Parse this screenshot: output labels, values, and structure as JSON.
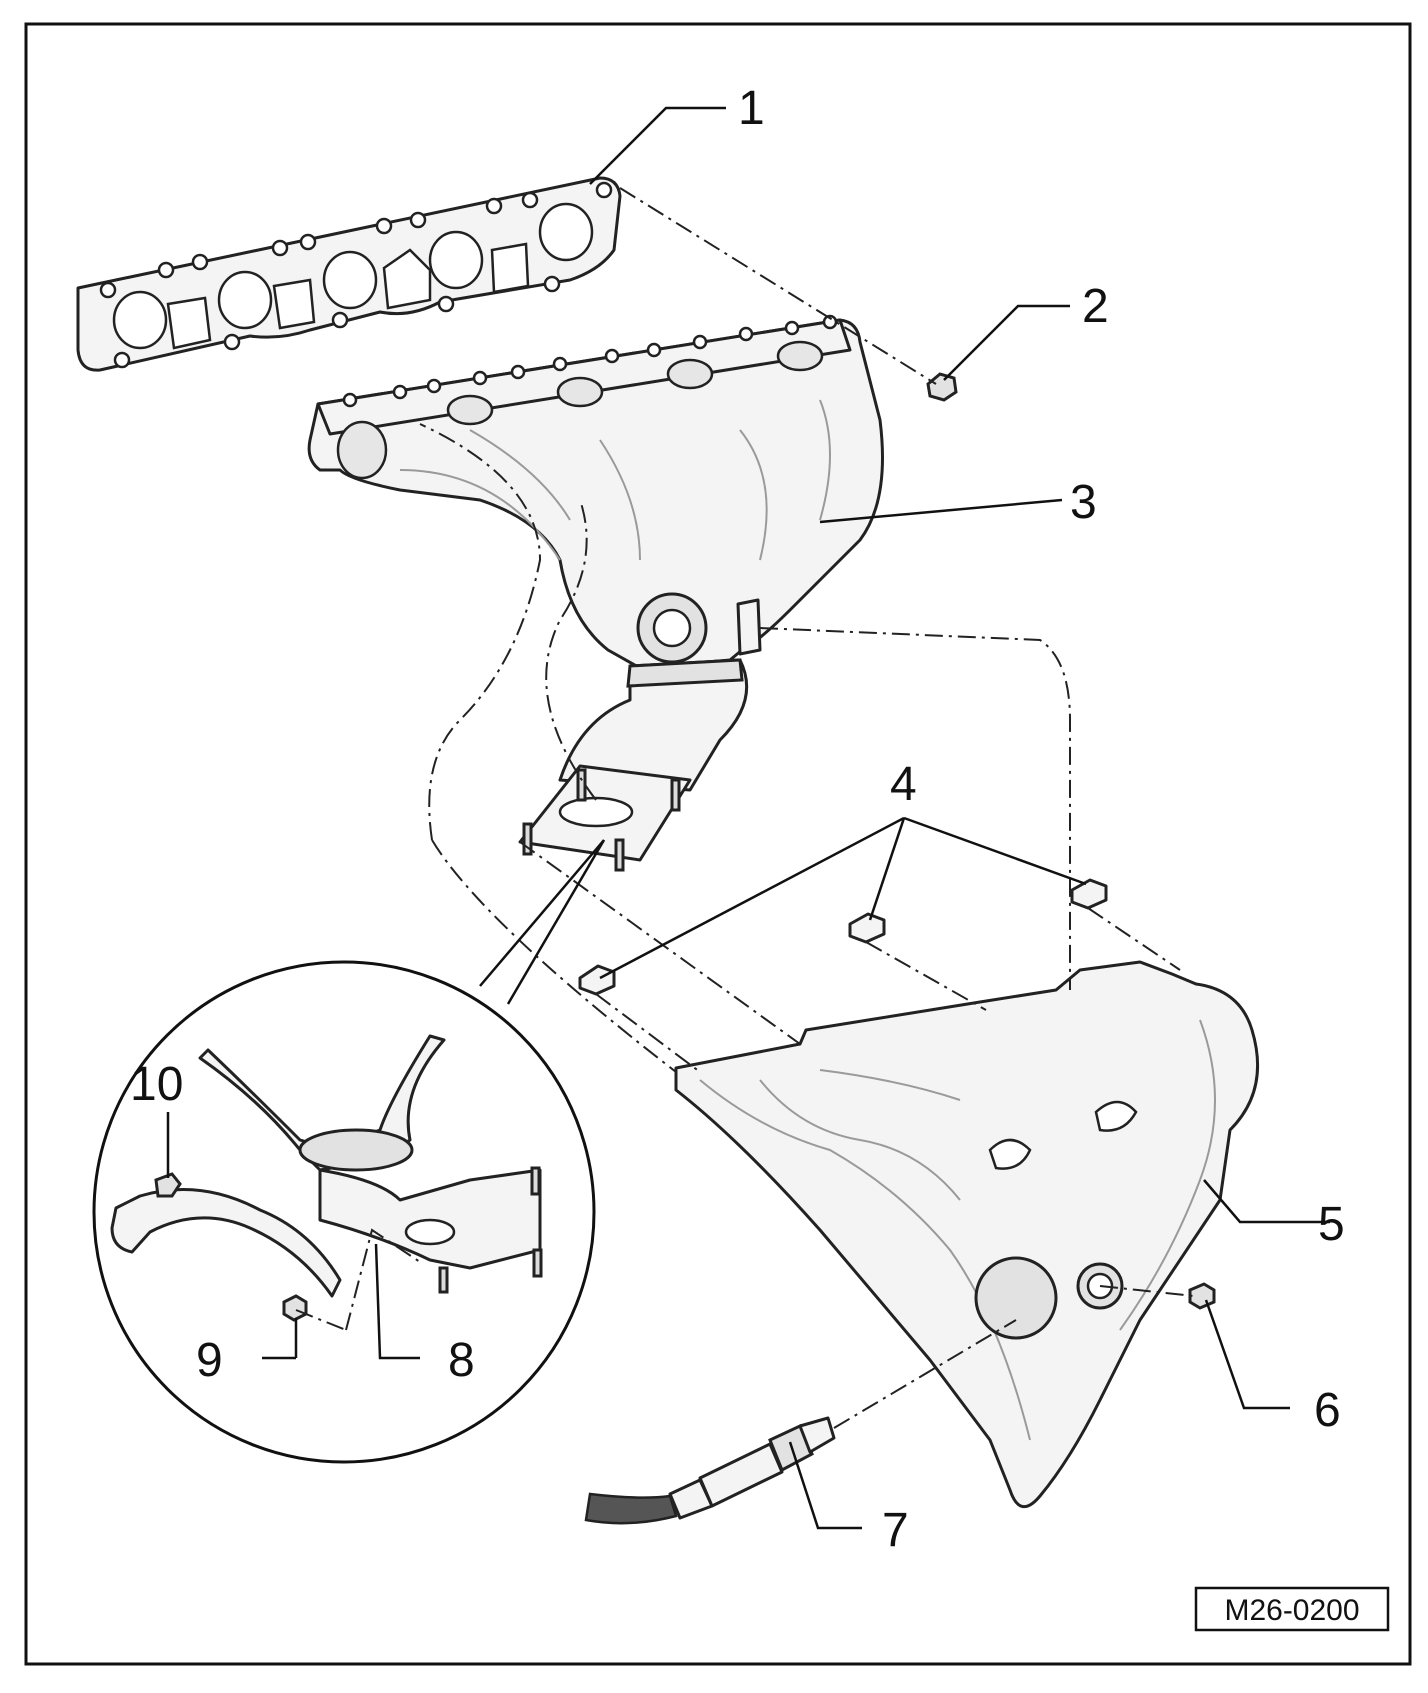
{
  "figure": {
    "reference_code": "M26-0200"
  },
  "callouts": [
    {
      "id": "1",
      "label": "1"
    },
    {
      "id": "2",
      "label": "2"
    },
    {
      "id": "3",
      "label": "3"
    },
    {
      "id": "4",
      "label": "4"
    },
    {
      "id": "5",
      "label": "5"
    },
    {
      "id": "6",
      "label": "6"
    },
    {
      "id": "7",
      "label": "7"
    },
    {
      "id": "8",
      "label": "8"
    },
    {
      "id": "9",
      "label": "9"
    },
    {
      "id": "10",
      "label": "10"
    }
  ]
}
